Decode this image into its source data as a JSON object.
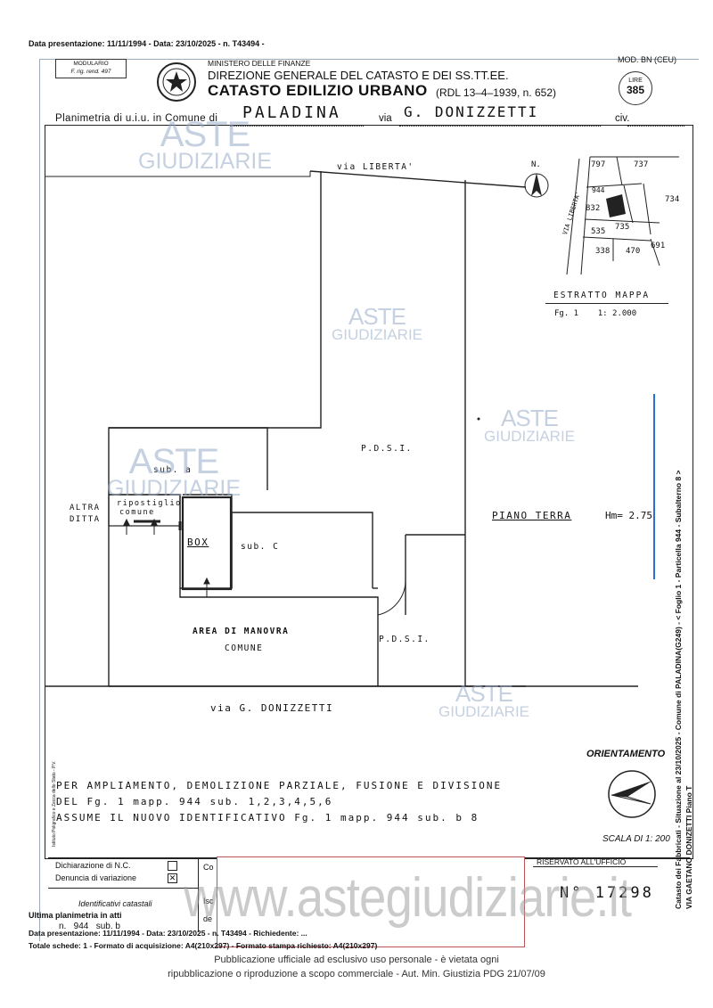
{
  "header": {
    "presentation_top": "Data presentazione: 11/11/1994 - Data: 23/10/2025 - n. T43494 -",
    "modulario_line1": "MODULARIO",
    "modulario_line2": "F. rig. rend. 497",
    "ministry": "MINISTERO DELLE FINANZE",
    "direction": "DIREZIONE GENERALE DEL CATASTO E DEI SS.TT.EE.",
    "catasto": "CATASTO EDILIZIO URBANO",
    "law": "(RDL 13–4–1939, n. 652)",
    "mod": "MOD. BN (CEU)",
    "lire_label": "LIRE",
    "lire_value": "385",
    "planimetria_label": "Planimetria di u.i.u. in Comune di",
    "comune": "PALADINA",
    "via_label": "via",
    "via_value": "G. DONIZZETTI",
    "civ_label": "civ."
  },
  "plan": {
    "street_top": "via LIBERTA'",
    "street_bottom": "via G. DONIZZETTI",
    "pdsi_1": "P.D.S.I.",
    "pdsi_2": "P.D.S.I.",
    "sub_a": "sub. a",
    "sub_c": "sub. C",
    "ripostiglio_1": "ripostiglio",
    "ripostiglio_2": "comune",
    "box": "BOX",
    "altra_1": "ALTRA",
    "altra_2": "DITTA",
    "area_1": "AREA DI MANOVRA",
    "area_2": "COMUNE",
    "piano": "PIANO TERRA",
    "hm": "Hm= 2.75"
  },
  "map": {
    "north": "N.",
    "estratto": "ESTRATTO MAPPA",
    "fg_scale": "Fg. 1    1: 2.000",
    "parcels": [
      "797",
      "737",
      "944",
      "734",
      "832",
      "535",
      "735",
      "338",
      "470",
      "691"
    ],
    "road": "VIA LIBERTA'"
  },
  "notes": {
    "line1": "PER AMPLIAMENTO, DEMOLIZIONE PARZIALE, FUSIONE E DIVISIONE",
    "line2": "DEL Fg. 1 mapp. 944 sub. 1,2,3,4,5,6",
    "line3": "ASSUME IL NUOVO IDENTIFICATIVO Fg. 1 mapp. 944 sub. b 8",
    "orientamento": "ORIENTAMENTO",
    "scala": "SCALA DI 1: 200"
  },
  "form": {
    "dich_nc": "Dichiarazione di N.C.",
    "denuncia": "Denuncia di variazione",
    "identificativi": "Identificativi catastali",
    "n_value": "n.   944   sub. b",
    "riservato": "RISERVATO ALL'UFFICIO",
    "protocol": "N° 17298",
    "co": "Co",
    "isc": "Isc",
    "de": "de"
  },
  "sidebar": {
    "right_text": "Catasto dei Fabbricati - Situazione al 23/10/2025 - Comune di PALADINA(G249) - < Foglio 1 - Particella 944 - Subalterno 8 >",
    "right_text2": "VIA GAETANO DONIZETTI Piano T",
    "ultima": "Ultima planimetria in atti",
    "left_small": "Istituto Poligrafico e Zecca dello Stato - P.V."
  },
  "footer": {
    "presentation_bottom": "Data presentazione: 11/11/1994 - Data: 23/10/2025 - n. T43494 - Richiedente: ...",
    "totale": "Totale schede: 1 - Formato di acquisizione: A4(210x297) - Formato stampa richiesto: A4(210x297)",
    "pubblicazione_1": "Pubblicazione ufficiale ad esclusivo uso personale - è vietata ogni",
    "pubblicazione_2": "ripubblicazione o riproduzione a scopo commerciale - Aut. Min. Giustizia PDG 21/07/09"
  },
  "watermark": {
    "aste": "ASTE",
    "giudiziarie": "GIUDIZIARIE",
    "site": "www.astegiudiziarie.it"
  },
  "colors": {
    "line": "#222222",
    "watermark": "#96aac8",
    "blue_marker": "#2a6fd6"
  }
}
